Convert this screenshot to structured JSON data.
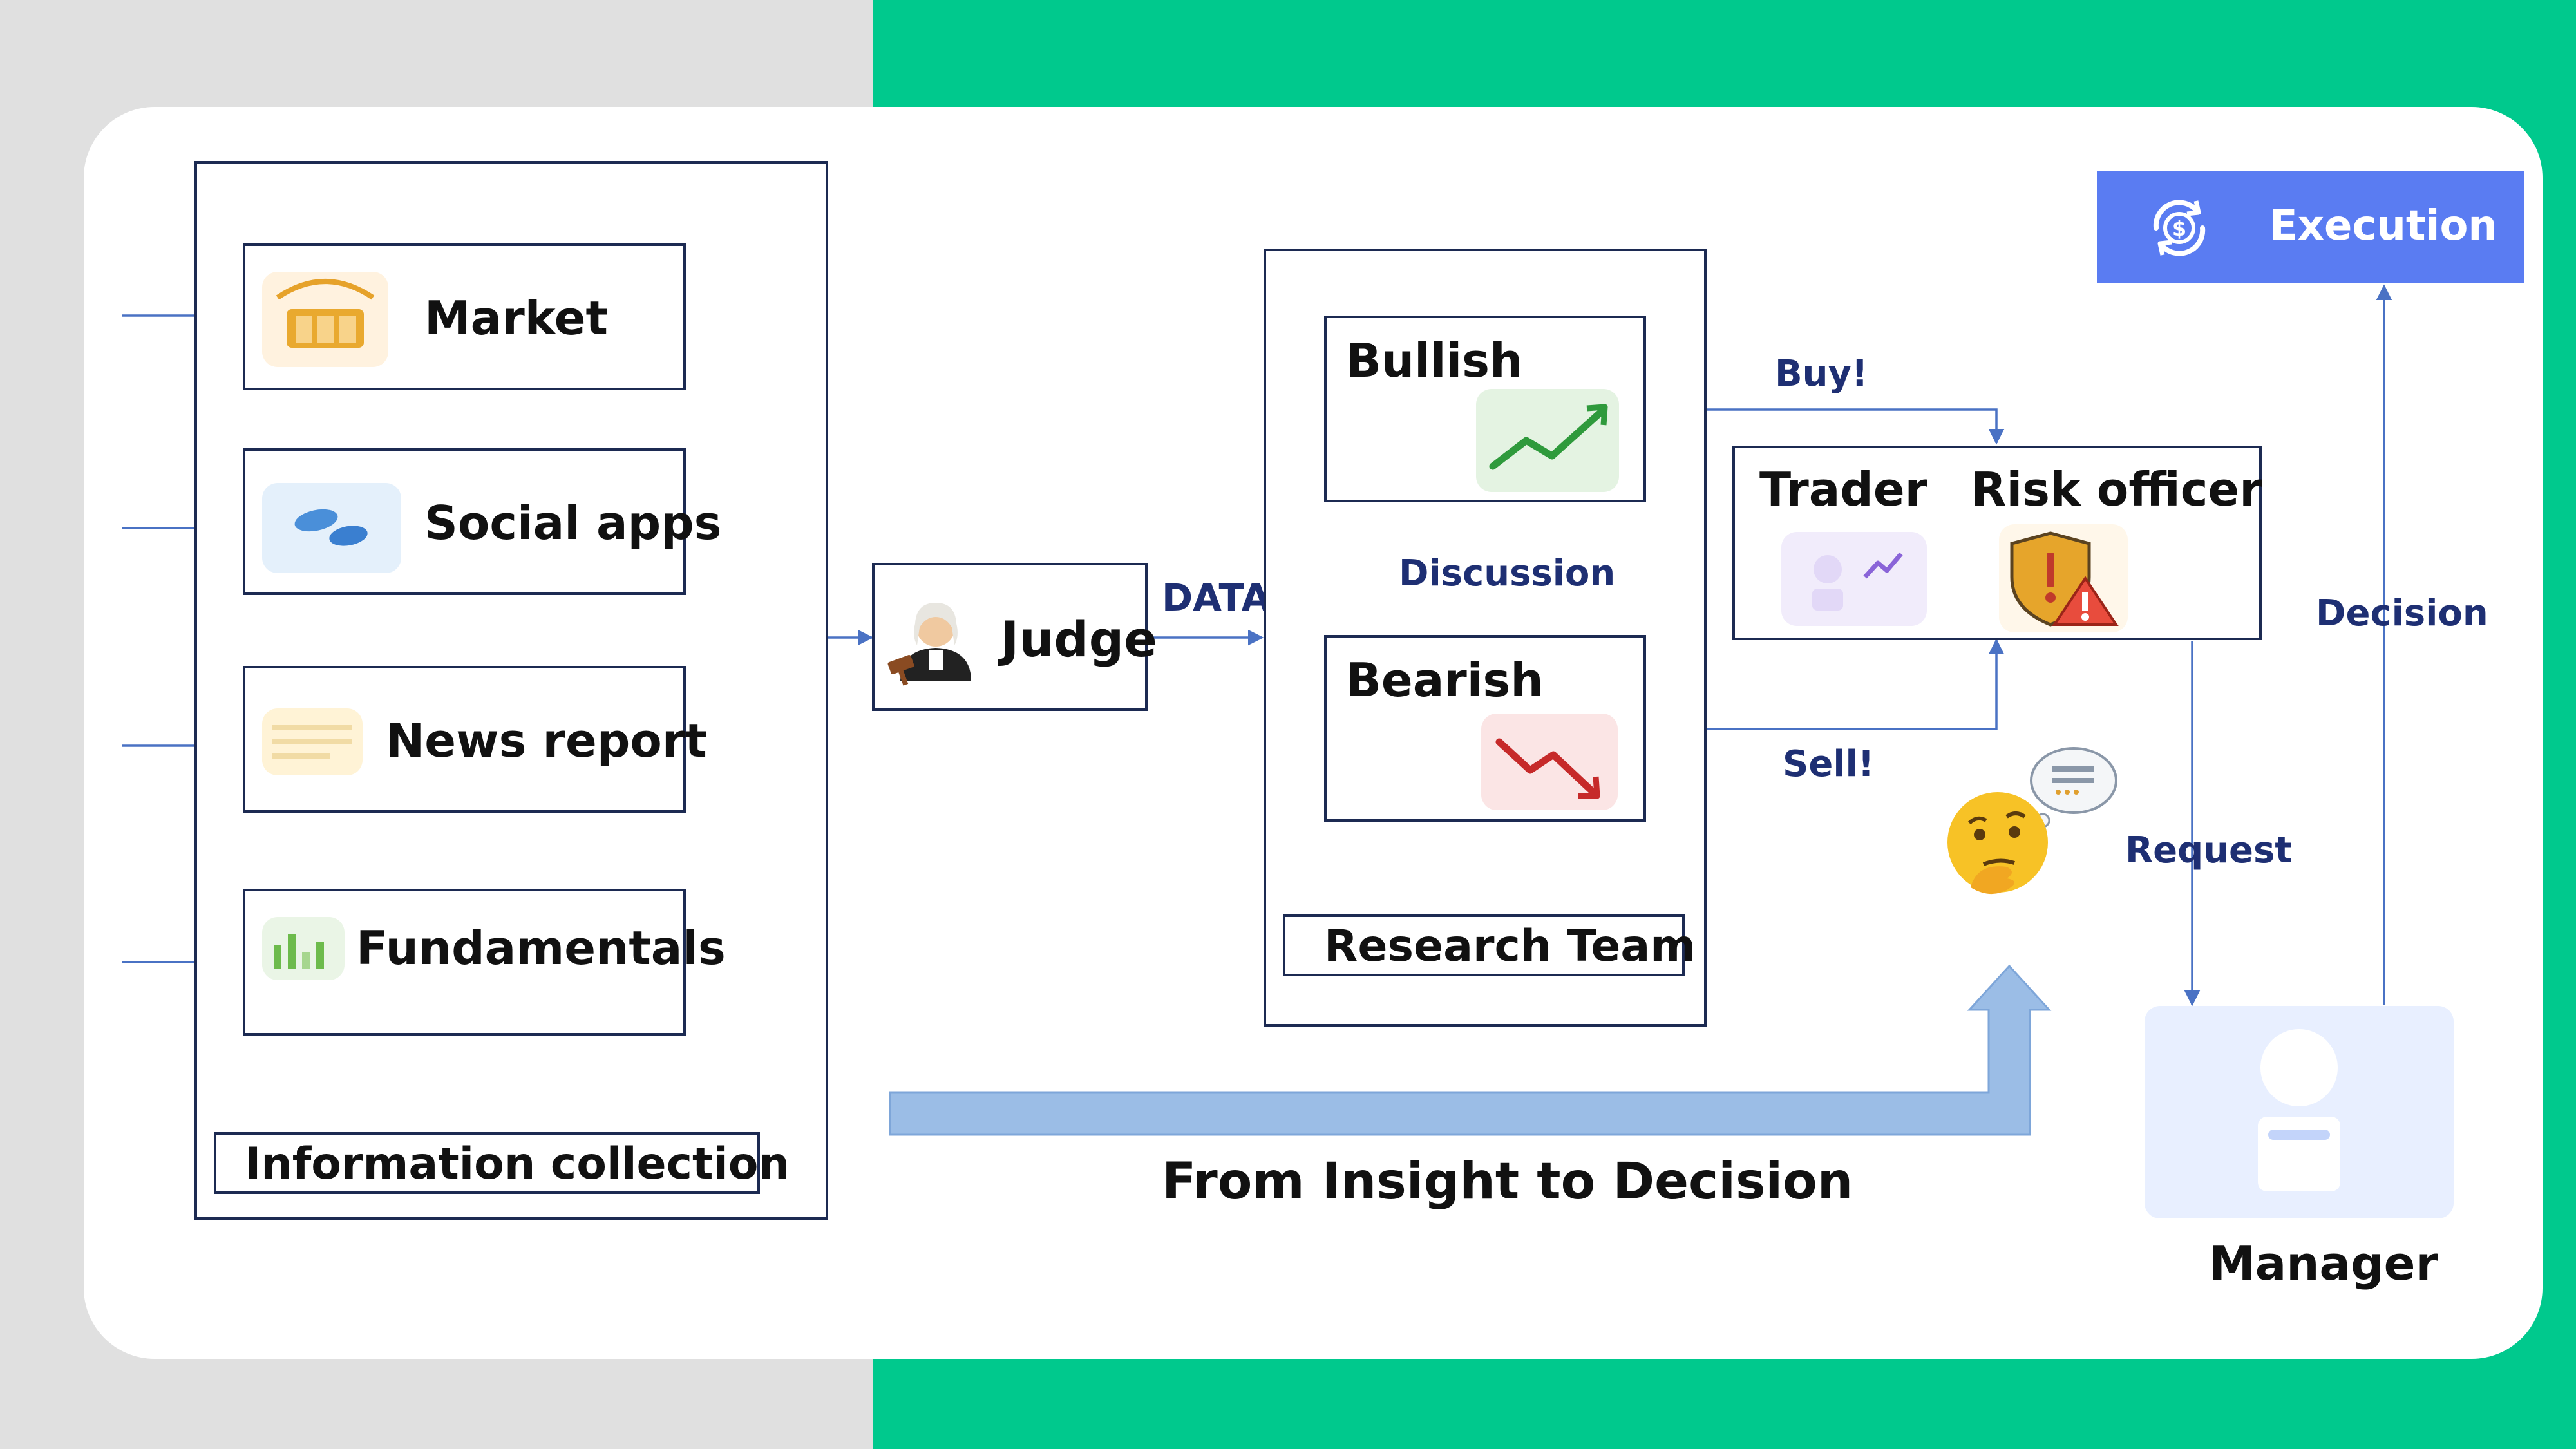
{
  "info_collection": {
    "title": "Information collection",
    "sources": [
      {
        "label": "Market",
        "icon": "market-icon"
      },
      {
        "label": "Social apps",
        "icon": "social-apps-icon"
      },
      {
        "label": "News report",
        "icon": "news-report-icon"
      },
      {
        "label": "Fundamentals",
        "icon": "fundamentals-icon"
      }
    ]
  },
  "judge": {
    "label": "Judge",
    "icon": "judge-icon"
  },
  "data_label": "DATA",
  "research_team": {
    "title": "Research Team",
    "bullish": "Bullish",
    "bearish": "Bearish",
    "discussion": "Discussion"
  },
  "buy_label": "Buy!",
  "sell_label": "Sell!",
  "trader": "Trader",
  "risk_officer": "Risk officer",
  "execution": "Execution",
  "decision_label": "Decision",
  "request_label": "Request",
  "manager": "Manager",
  "banner": "From Insight to Decision",
  "colors": {
    "accent_green": "#00c98d",
    "execution_blue": "#5a7cf2",
    "box_border": "#1c2a52",
    "connector_blue": "#4a72c4",
    "flow_arrow": "#9bbde6"
  }
}
